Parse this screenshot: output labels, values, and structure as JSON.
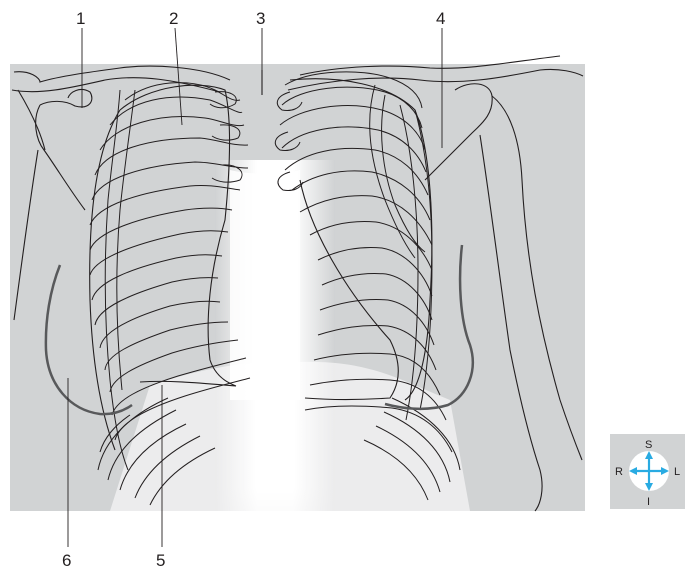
{
  "figure": {
    "callouts": [
      "1",
      "2",
      "3",
      "4",
      "5",
      "6"
    ]
  },
  "orientation": {
    "superior": "S",
    "inferior": "I",
    "right": "R",
    "left": "L"
  },
  "colors": {
    "film": "#d1d3d4",
    "radiolucent": "#ffffff",
    "outline": "#231f20",
    "soft_tissue_line": "#58595b",
    "arrow": "#29abe2"
  }
}
